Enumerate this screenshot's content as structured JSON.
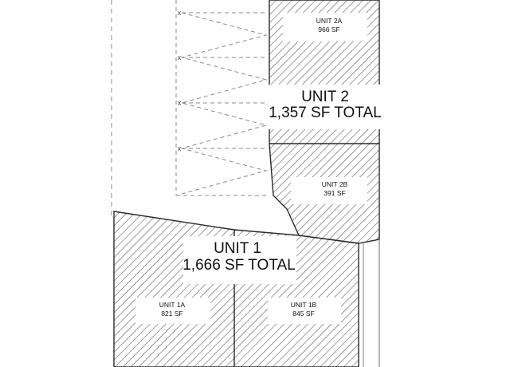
{
  "units": {
    "unit_2": {
      "title": "UNIT 2",
      "total": "1,357 SF TOTAL"
    },
    "unit_2a": {
      "name": "UNIT 2A",
      "area": "966 SF"
    },
    "unit_2b": {
      "name": "UNIT 2B",
      "area": "391 SF"
    },
    "unit_1": {
      "title": "UNIT 1",
      "total": "1,666 SF TOTAL"
    },
    "unit_1a": {
      "name": "UNIT 1A",
      "area": "821 SF"
    },
    "unit_1b": {
      "name": "UNIT 1B",
      "area": "845 SF"
    }
  },
  "colors": {
    "hatch": "#4a4a4a",
    "outline": "#2a2a2a",
    "dashed": "#8a8a8a",
    "label_mask": "#ffffff"
  }
}
